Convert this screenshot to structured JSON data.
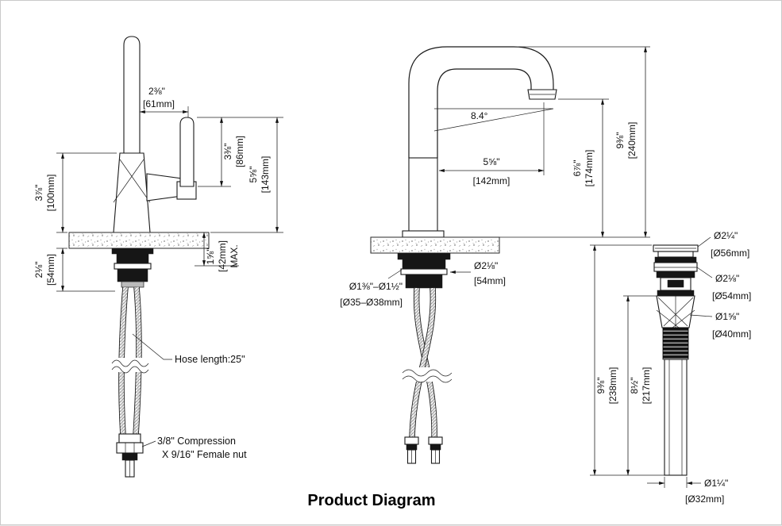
{
  "title": "Product Diagram",
  "side_view": {
    "spout_offset_in": "2⅜\"",
    "spout_offset_mm": "[61mm]",
    "handle_height_in": "3⅜\"",
    "handle_height_mm": "[86mm]",
    "spout_height_in": "5⅝\"",
    "spout_height_mm": "[143mm]",
    "body_height_in": "3⅞\"",
    "body_height_mm": "[100mm]",
    "shank_length_in": "2⅛\"",
    "shank_length_mm": "[54mm]",
    "deck_max_in": "1⅝\"",
    "deck_max_mm": "[42mm]",
    "deck_max_suffix": "MAX.",
    "hose_note": "Hose length:25\"",
    "fitting_note_line1": "3/8\" Compression",
    "fitting_note_line2": "X 9/16\" Female nut"
  },
  "front_view": {
    "spout_angle": "8.4°",
    "spout_reach_in": "5⅝\"",
    "spout_reach_mm": "[142mm]",
    "spout_clearance_in": "6⅞\"",
    "spout_clearance_mm": "[174mm]",
    "total_height_in": "9⅜\"",
    "total_height_mm": "[240mm]",
    "shank_diameter_in": "Ø2⅛\"",
    "shank_diameter_mm": "[54mm]",
    "hole_diameter_in": "Ø1⅜\"–Ø1½\"",
    "hole_diameter_mm": "[Ø35–Ø38mm]"
  },
  "drain_view": {
    "flange_diameter_in": "Ø2¼\"",
    "flange_diameter_mm": "[Ø56mm]",
    "cap_diameter_in": "Ø2⅛\"",
    "cap_diameter_mm": "[Ø54mm]",
    "body_diameter_in": "Ø1⅝\"",
    "body_diameter_mm": "[Ø40mm]",
    "total_length_in": "9⅜\"",
    "total_length_mm": "[238mm]",
    "tail_length_in": "8½\"",
    "tail_length_mm": "[217mm]",
    "tube_diameter_in": "Ø1¼\"",
    "tube_diameter_mm": "[Ø32mm]"
  },
  "colors": {
    "line": "#1a1a1a",
    "text": "#0f0f0f",
    "background": "#ffffff"
  }
}
